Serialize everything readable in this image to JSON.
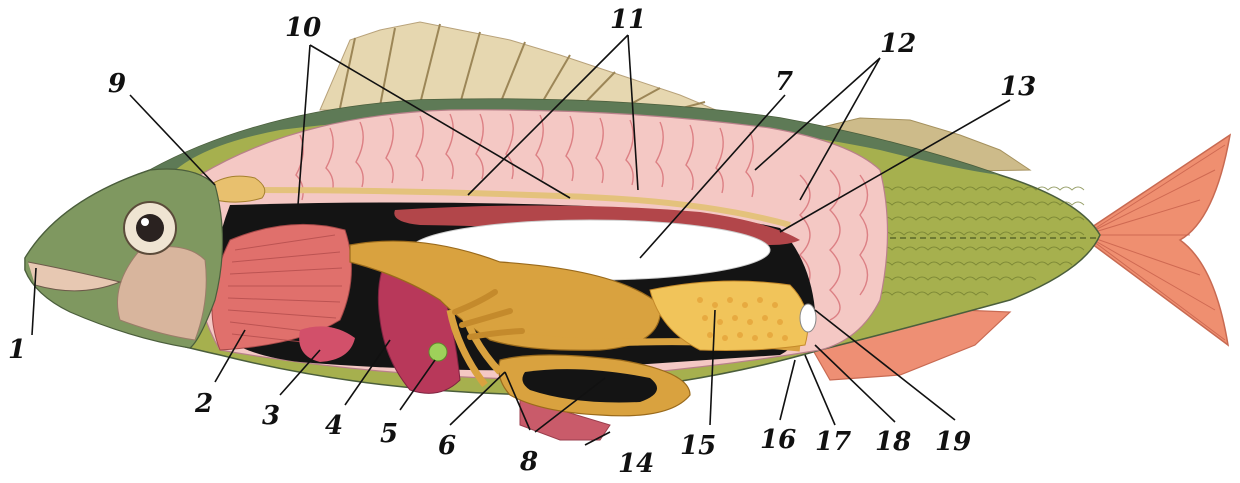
{
  "diagram": {
    "subject": "fish-internal-anatomy",
    "labels": [
      {
        "id": "1",
        "text": "1"
      },
      {
        "id": "2",
        "text": "2"
      },
      {
        "id": "3",
        "text": "3"
      },
      {
        "id": "4",
        "text": "4"
      },
      {
        "id": "5",
        "text": "5"
      },
      {
        "id": "6",
        "text": "6"
      },
      {
        "id": "7",
        "text": "7"
      },
      {
        "id": "8",
        "text": "8"
      },
      {
        "id": "9",
        "text": "9"
      },
      {
        "id": "10",
        "text": "10"
      },
      {
        "id": "11",
        "text": "11"
      },
      {
        "id": "12",
        "text": "12"
      },
      {
        "id": "13",
        "text": "13"
      },
      {
        "id": "14",
        "text": "14"
      },
      {
        "id": "15",
        "text": "15"
      },
      {
        "id": "16",
        "text": "16"
      },
      {
        "id": "17",
        "text": "17"
      },
      {
        "id": "18",
        "text": "18"
      },
      {
        "id": "19",
        "text": "19"
      }
    ],
    "colors": {
      "muscle": "#f2b8b6",
      "muscle_lines": "#d8747a",
      "scales": "#a6b04e",
      "back": "#5e7a56",
      "head": "#7f9860",
      "fin": "#ef8f70",
      "dorsal_fin": "#cdbb8a",
      "gut": "#d9a23f",
      "gills": "#e0706c",
      "liver": "#b8385a",
      "roe": "#f1c45a",
      "bladder": "#ffffff",
      "cavity": "#111111",
      "spine": "#e4c27c"
    }
  }
}
